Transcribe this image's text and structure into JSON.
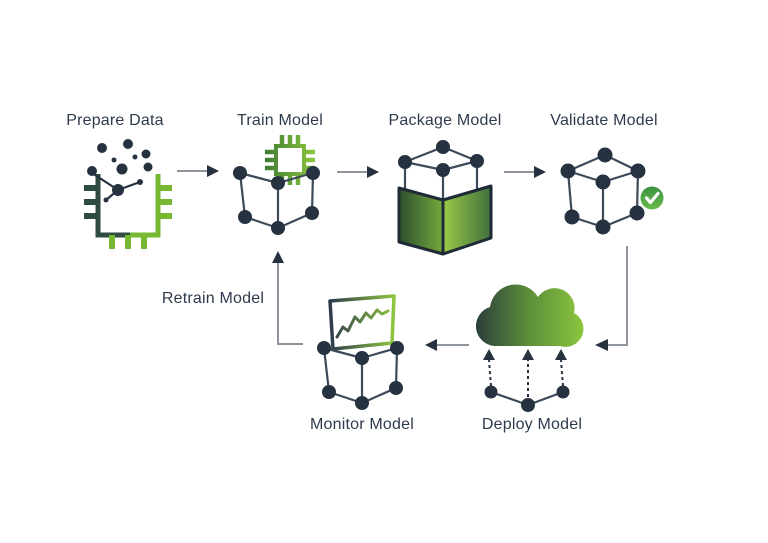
{
  "diagram": {
    "stages": [
      {
        "label": "Prepare Data",
        "icon": "data-points-chip-icon"
      },
      {
        "label": "Train Model",
        "icon": "chip-over-open-box-icon"
      },
      {
        "label": "Package Model",
        "icon": "cube-in-green-wrap-icon"
      },
      {
        "label": "Validate Model",
        "icon": "cube-with-check-badge-icon"
      },
      {
        "label": "Deploy Model",
        "icon": "cloud-upload-icon"
      },
      {
        "label": "Monitor Model",
        "icon": "chart-over-open-box-icon"
      }
    ],
    "loop_label": "Retrain Model",
    "arrows": [
      {
        "from": "Prepare Data",
        "to": "Train Model",
        "shape": "right"
      },
      {
        "from": "Train Model",
        "to": "Package Model",
        "shape": "right"
      },
      {
        "from": "Package Model",
        "to": "Validate Model",
        "shape": "right"
      },
      {
        "from": "Validate Model",
        "to": "Deploy Model",
        "shape": "down-then-left"
      },
      {
        "from": "Deploy Model",
        "to": "Monitor Model",
        "shape": "left"
      },
      {
        "from": "Monitor Model",
        "to": "Train Model",
        "shape": "left-then-up",
        "label": "Retrain Model"
      }
    ],
    "colors": {
      "navy": "#263240",
      "wire_line": "#3c4a5a",
      "arrow_shaft": "#8d949c",
      "green_light": "#8dc63f",
      "green_mid": "#6aa83a",
      "green_dark": "#3f7d33",
      "badge_green": "#44a048",
      "background": "#ffffff"
    }
  }
}
